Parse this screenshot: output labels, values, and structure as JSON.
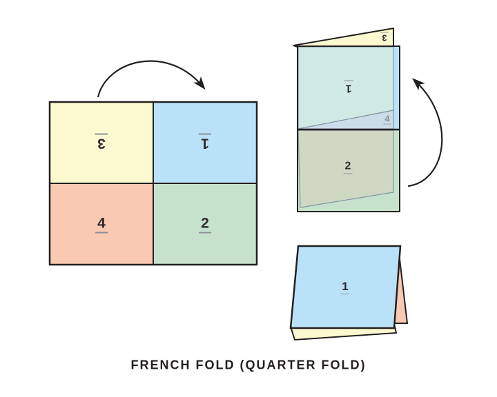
{
  "title": "FRENCH FOLD (QUARTER FOLD)",
  "colors": {
    "yellow": "#FCF9D0",
    "blue": "#B9E2F8",
    "pink": "#F9C9B3",
    "green": "#C6E2CC",
    "teal_overlay": "#CFE9E4",
    "wedge_overlay": "#CCDDEA",
    "olive_overlay": "#CFD8C3",
    "outline": "#231F20",
    "overlay_edge": "#8195A3",
    "muted_text": "#8A9299"
  },
  "flat_sheet": {
    "panels": [
      {
        "label": "3",
        "upside_down": true,
        "color": "#FCF9D0"
      },
      {
        "label": "1",
        "upside_down": true,
        "color": "#B9E2F8"
      },
      {
        "label": "4",
        "upside_down": false,
        "color": "#F9C9B3"
      },
      {
        "label": "2",
        "upside_down": false,
        "color": "#C6E2CC"
      }
    ]
  },
  "half_folded": {
    "flap_label": "3",
    "top_label": "1",
    "showing_through_label": "4",
    "bottom_label": "2"
  },
  "quarter_folded": {
    "front_label": "1"
  }
}
